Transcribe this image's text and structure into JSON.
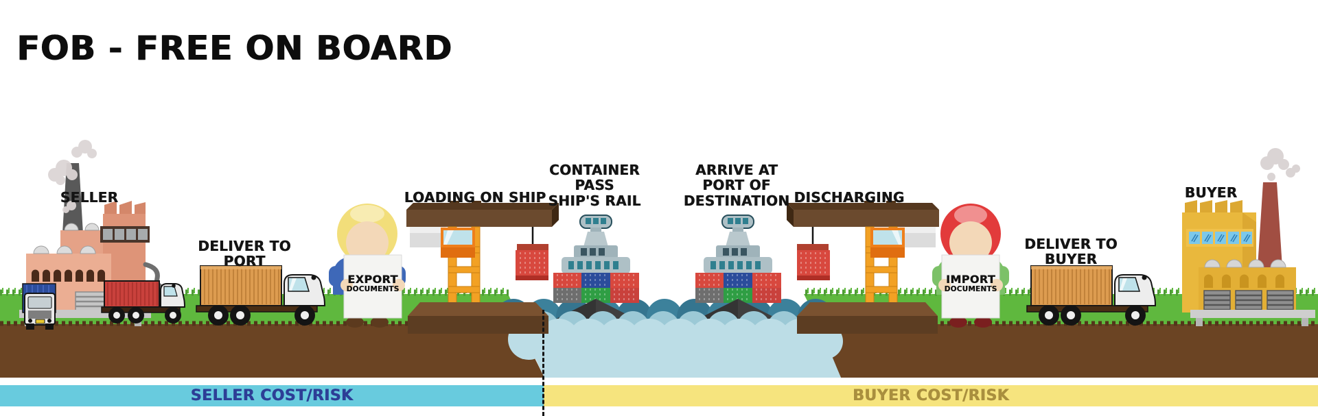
{
  "title": "FOB - FREE ON BOARD",
  "stages": {
    "seller": "SELLER",
    "deliver_to_port": "DELIVER TO\nPORT",
    "export_sign_line1": "EXPORT",
    "export_sign_line2": "DOCUMENTS",
    "loading_on_ship": "LOADING ON SHIP",
    "container_pass_rail": "CONTAINER\nPASS\nSHIP'S RAIL",
    "arrive_destination": "ARRIVE AT\nPORT OF\nDESTINATION",
    "discharging": "DISCHARGING",
    "import_sign_line1": "IMPORT",
    "import_sign_line2": "DOCUMENTS",
    "deliver_to_buyer": "DELIVER TO\nBUYER",
    "buyer": "BUYER"
  },
  "risk_bars": {
    "seller_label": "SELLER COST/RISK",
    "buyer_label": "BUYER COST/RISK"
  },
  "colors": {
    "seller_bar_bg": "#68CBDE",
    "seller_bar_text": "#2D3E96",
    "buyer_bar_bg": "#F6E47E",
    "buyer_bar_text": "#A98F3E",
    "grass": "#5FB83E",
    "dirt": "#6B4423",
    "water_front": "#BCDDE6",
    "water_back": "#35758F",
    "crane_orange": "#F2A124",
    "container_red": "#D8483E",
    "title_color": "#0D0D0D"
  }
}
